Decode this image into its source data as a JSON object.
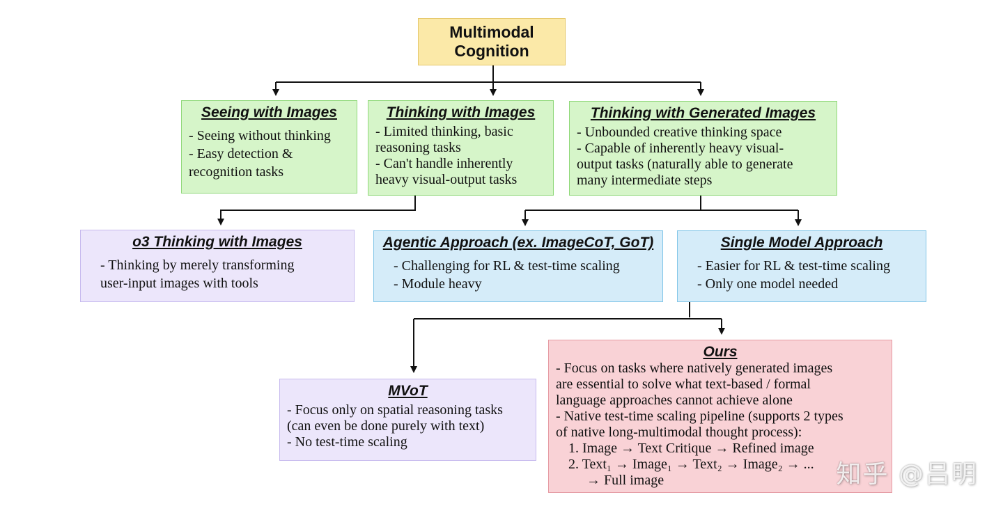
{
  "root": {
    "title_line1": "Multimodal",
    "title_line2": "Cognition"
  },
  "seeing": {
    "title": "Seeing with Images",
    "lines": [
      "- Seeing without thinking",
      "- Easy detection &",
      "recognition tasks"
    ]
  },
  "thinking": {
    "title": "Thinking with Images",
    "lines": [
      "- Limited thinking, basic",
      "reasoning tasks",
      "- Can't handle inherently",
      "heavy visual-output tasks"
    ]
  },
  "generated": {
    "title": "Thinking with Generated Images",
    "lines": [
      "- Unbounded creative thinking space",
      "- Capable of inherently heavy visual-",
      "output tasks (naturally able to generate",
      "many intermediate steps"
    ]
  },
  "o3": {
    "title": "o3 Thinking with Images",
    "lines": [
      "- Thinking by merely transforming",
      "user-input images with tools"
    ]
  },
  "agentic": {
    "title": "Agentic Approach (ex. ImageCoT, GoT)",
    "lines": [
      "- Challenging for RL & test-time scaling",
      "- Module heavy"
    ]
  },
  "single": {
    "title": "Single Model Approach",
    "lines": [
      "- Easier for RL & test-time scaling",
      "- Only one model needed"
    ]
  },
  "mvot": {
    "title": "MVoT",
    "lines": [
      "- Focus only on spatial reasoning tasks",
      "(can even be done purely with text)",
      "- No test-time scaling"
    ]
  },
  "ours": {
    "title": "Ours",
    "lines": [
      "- Focus on tasks where natively generated images",
      "are essential to solve what text-based / formal",
      "language approaches cannot achieve alone",
      "- Native test-time scaling pipeline (supports 2 types",
      "of native long-multimodal thought process):",
      "1. Image → Text Critique → Refined image",
      "2. Text₁ → Image₁ → Text₂ → Image₂ → ...",
      "→ Full image"
    ]
  },
  "watermark": "知乎 @吕明"
}
